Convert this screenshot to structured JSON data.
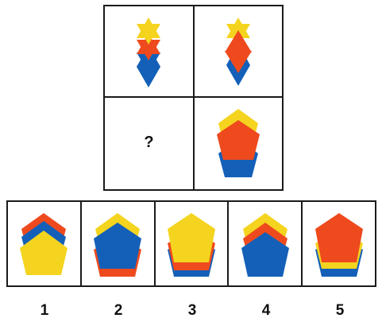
{
  "puzzle": {
    "missing_cell_mark": "?",
    "colors": {
      "yellow": "#F4D41F",
      "red": "#EE4A1E",
      "blue": "#1460B8",
      "border": "#1a1a1a"
    },
    "cells": [
      {
        "shape": "hexagram-stack",
        "layers_top_to_bottom": [
          "yellow",
          "red",
          "blue"
        ]
      },
      {
        "shape": "hexagram-stack",
        "layers_top_to_bottom": [
          "yellow",
          "red",
          "blue"
        ]
      },
      {
        "shape": "missing"
      },
      {
        "shape": "pentagon-stack",
        "layers_top_to_bottom": [
          "yellow",
          "red",
          "blue"
        ]
      }
    ]
  },
  "options": [
    {
      "label": "1",
      "shape": "pentagon-stack",
      "layers_top_to_bottom": [
        "red",
        "blue",
        "yellow"
      ]
    },
    {
      "label": "2",
      "shape": "pentagon-stack",
      "layers_top_to_bottom": [
        "yellow",
        "blue",
        "red"
      ]
    },
    {
      "label": "3",
      "shape": "pentagon-stack",
      "layers_top_to_bottom": [
        "yellow",
        "red",
        "blue"
      ]
    },
    {
      "label": "4",
      "shape": "pentagon-stack",
      "layers_top_to_bottom": [
        "yellow",
        "red",
        "blue"
      ]
    },
    {
      "label": "5",
      "shape": "pentagon-stack",
      "layers_top_to_bottom": [
        "red",
        "yellow",
        "blue"
      ]
    }
  ]
}
